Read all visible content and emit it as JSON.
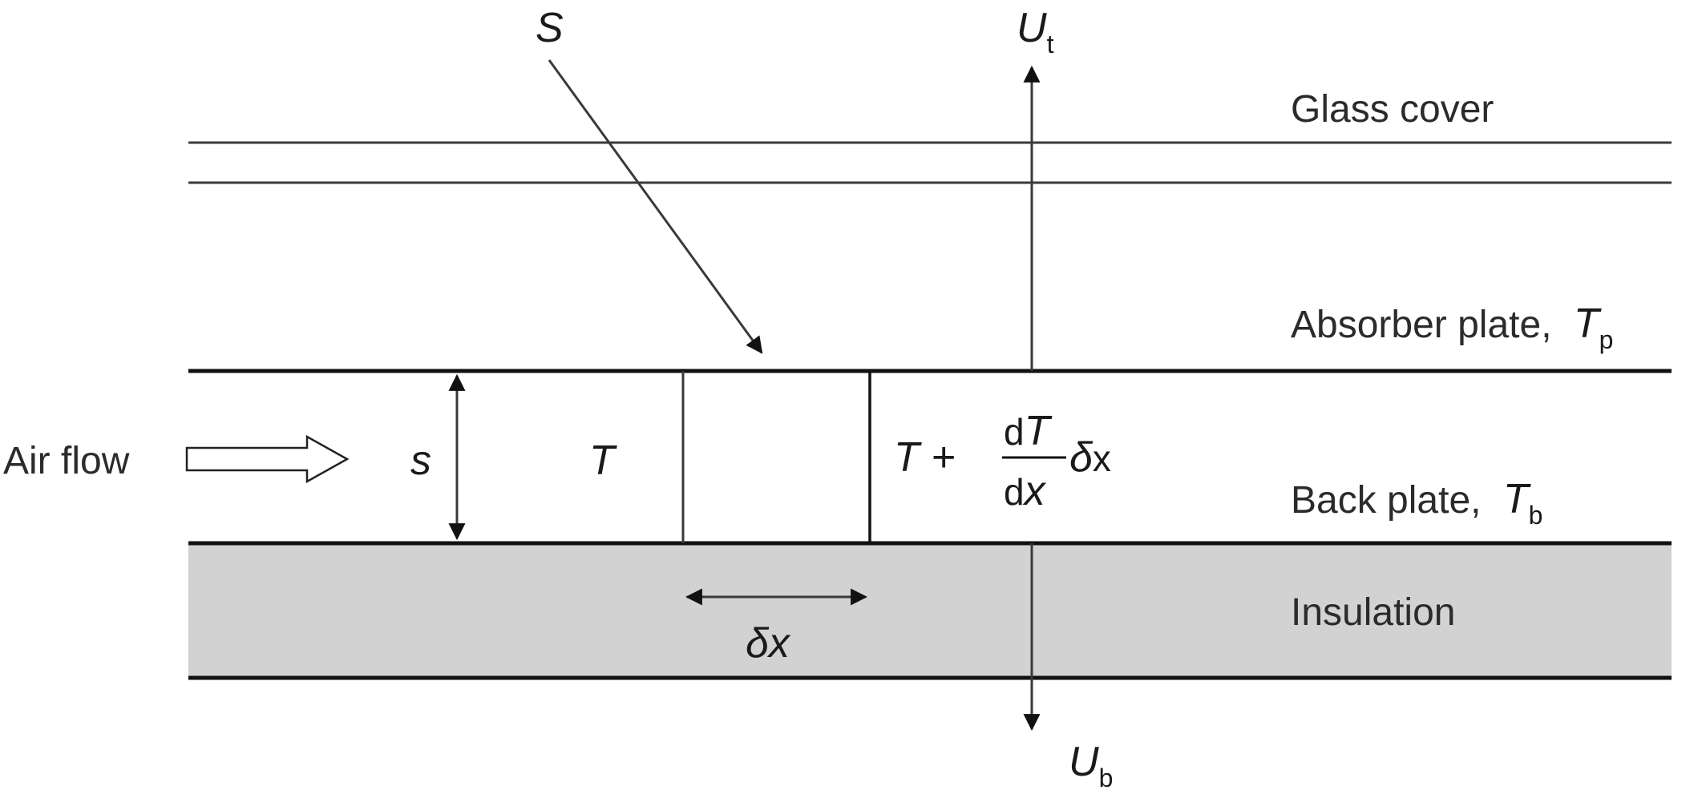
{
  "labels": {
    "glass_cover": "Glass cover",
    "absorber_plate": "Absorber plate,",
    "back_plate": "Back plate,",
    "insulation": "Insulation",
    "air_flow": "Air flow"
  },
  "symbols": {
    "S": "S",
    "U": "U",
    "U_t_sub": "t",
    "U_b_sub": "b",
    "T": "T",
    "T_p_sub": "p",
    "T_b_sub": "b",
    "s": "s",
    "delta_x": "δx",
    "T_right": "T +",
    "dT_d": "d",
    "dT_T": "T",
    "dx_d": "d",
    "dx_x": "x",
    "delta": "δ",
    "x_upright": "x"
  },
  "colors": {
    "insulation_fill": "#d2d2d2",
    "line": "#111111"
  }
}
